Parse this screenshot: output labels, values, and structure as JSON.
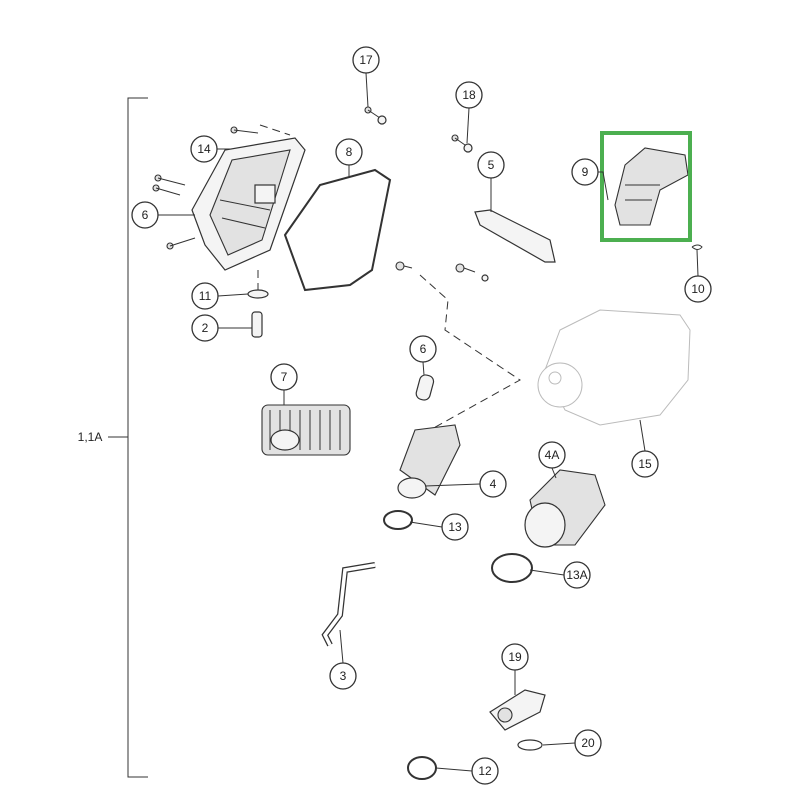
{
  "diagram": {
    "group_label": "1,1A",
    "highlight_color": "#4caf50",
    "callouts": [
      {
        "id": "17",
        "label": "17"
      },
      {
        "id": "18",
        "label": "18"
      },
      {
        "id": "14",
        "label": "14"
      },
      {
        "id": "8",
        "label": "8"
      },
      {
        "id": "5",
        "label": "5"
      },
      {
        "id": "9",
        "label": "9"
      },
      {
        "id": "6a",
        "label": "6"
      },
      {
        "id": "11",
        "label": "11"
      },
      {
        "id": "2",
        "label": "2"
      },
      {
        "id": "10",
        "label": "10"
      },
      {
        "id": "6b",
        "label": "6"
      },
      {
        "id": "7",
        "label": "7"
      },
      {
        "id": "4",
        "label": "4"
      },
      {
        "id": "4A",
        "label": "4A"
      },
      {
        "id": "15",
        "label": "15"
      },
      {
        "id": "13",
        "label": "13"
      },
      {
        "id": "13A",
        "label": "13A"
      },
      {
        "id": "3",
        "label": "3"
      },
      {
        "id": "19",
        "label": "19"
      },
      {
        "id": "20",
        "label": "20"
      },
      {
        "id": "12",
        "label": "12"
      }
    ]
  }
}
